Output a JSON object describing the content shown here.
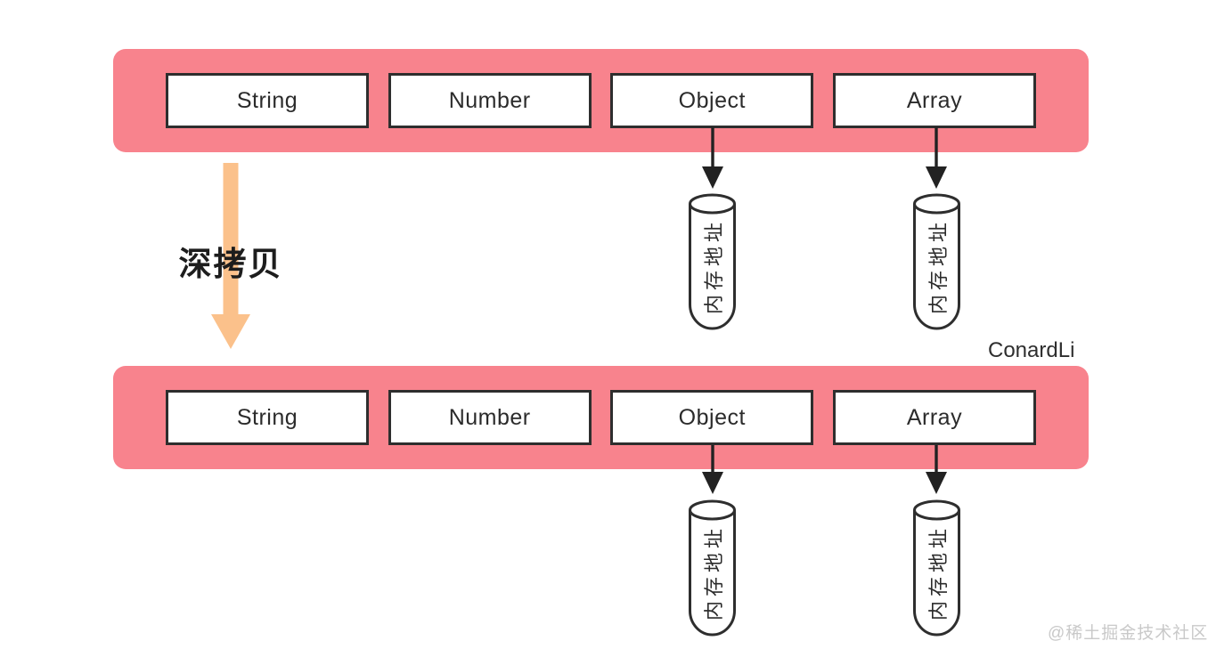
{
  "diagram": {
    "deep_copy_label": "深拷贝",
    "signature": "ConardLi",
    "watermark": "@稀土掘金技术社区",
    "memory_label": "内存地址",
    "colors": {
      "bar_pink": "#F8838D",
      "arrow_orange": "#FBC18B",
      "stroke_dark": "#2E2E2E"
    },
    "source_bar": {
      "types": [
        "String",
        "Number",
        "Object",
        "Array"
      ]
    },
    "copy_bar": {
      "types": [
        "String",
        "Number",
        "Object",
        "Array"
      ]
    }
  }
}
